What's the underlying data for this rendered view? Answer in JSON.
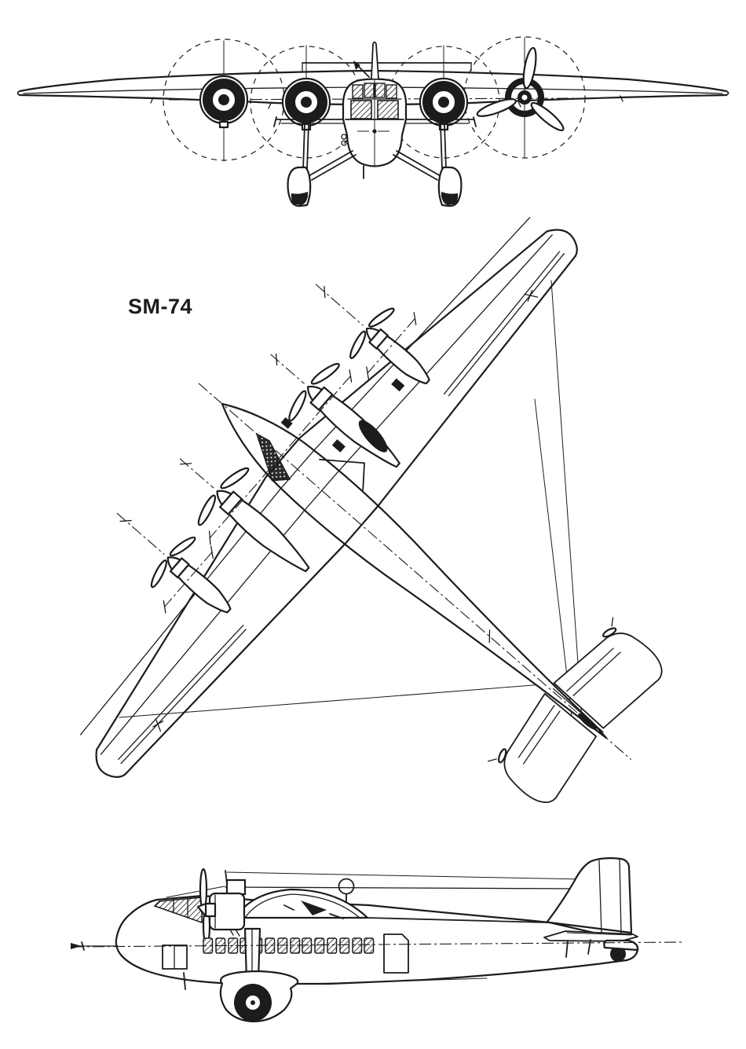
{
  "drawing": {
    "label": "SM-74",
    "ink_color": "#1c1c1c",
    "paper_color": "#ffffff",
    "views": [
      "front-view",
      "top-view",
      "side-view"
    ]
  }
}
